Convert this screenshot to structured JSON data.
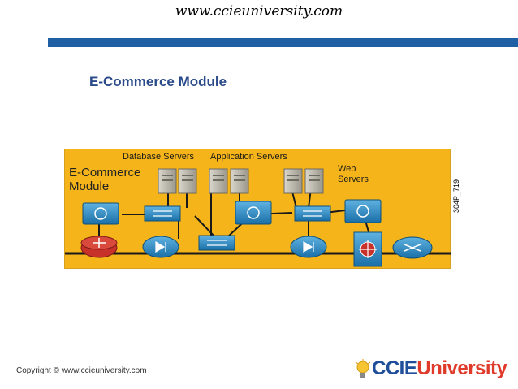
{
  "header": {
    "site_url": "www.ccieuniversity.com"
  },
  "slide": {
    "title": "E-Commerce Module"
  },
  "diagram": {
    "module_label_line1": "E-Commerce",
    "module_label_line2": "Module",
    "group_labels": {
      "database": "Database Servers",
      "application": "Application Servers",
      "web_line1": "Web",
      "web_line2": "Servers"
    },
    "figure_code": "304P_719",
    "icons": [
      "server-icon",
      "switch-icon",
      "firewall-icon",
      "load-balancer-icon",
      "router-icon",
      "multilayer-switch-icon",
      "content-switch-icon"
    ],
    "colors": {
      "background": "#f5b41a",
      "device": "#1f7fb8",
      "router_red": "#c8302a"
    }
  },
  "footer": {
    "copyright": "Copyright © www.ccieuniversity.com",
    "logo_part1": "CCIE",
    "logo_part2": "University"
  }
}
